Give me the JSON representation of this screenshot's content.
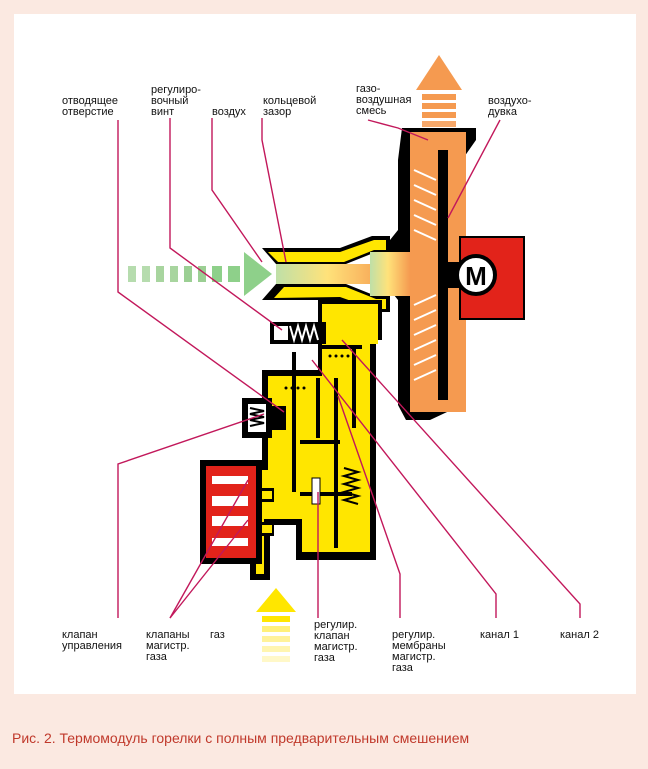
{
  "labels": {
    "outlet_hole": "отводящее\nотверстие",
    "adjust_screw": "регулиро-\nвочный\nвинт",
    "air": "воздух",
    "ring_gap": "кольцевой\nзазор",
    "gas_air_mix": "газо-\nвоздушная\nсмесь",
    "blower": "воздухо-\nдувка",
    "control_valve": "клапан\nуправления",
    "main_gas_valves": "клапаны\nмагистр.\nгаза",
    "gas": "газ",
    "main_gas_reg_valve": "регулир.\nклапан\nмагистр.\nгаза",
    "main_gas_reg_membrane": "регулир.\nмембраны\nмагистр.\nгаза",
    "channel_1": "канал 1",
    "channel_2": "канал 2"
  },
  "motor_symbol": "M",
  "caption": "Рис. 2. Термомодуль горелки с полным предварительным смешением",
  "colors": {
    "page_bg": "#fbe9e1",
    "panel_bg": "#ffffff",
    "caption": "#c0392b",
    "yellow": "#ffe600",
    "orange": "#f59a50",
    "green": "#8ed08a",
    "red": "#e2231a",
    "black": "#000000",
    "leader": "#c2185b"
  }
}
